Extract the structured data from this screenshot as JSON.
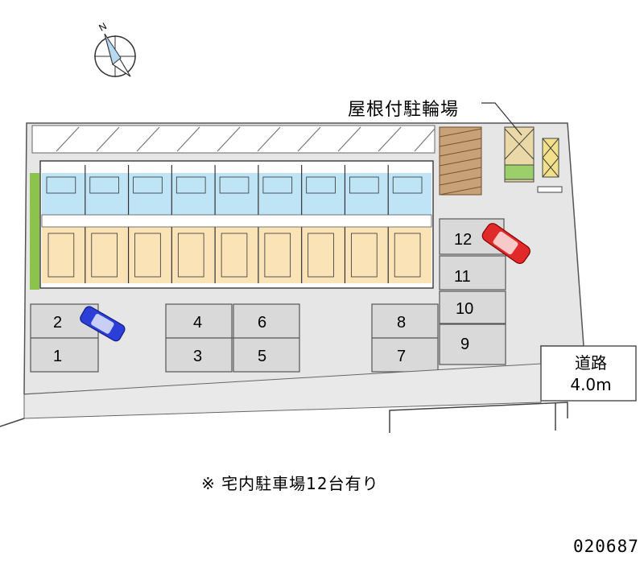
{
  "compass": {
    "north_label": "N"
  },
  "bicycle_parking": {
    "label": "屋根付駐輪場"
  },
  "road": {
    "name": "道路",
    "width": "4.0m"
  },
  "parking_spaces": [
    "1",
    "2",
    "3",
    "4",
    "5",
    "6",
    "7",
    "8",
    "9",
    "10",
    "11",
    "12"
  ],
  "cars": [
    {
      "space": "2",
      "color": "#2b3fd8"
    },
    {
      "space": "12",
      "color": "#e02a2a"
    }
  ],
  "note": "※ 宅内駐車場12台有り",
  "property_code": "020687",
  "building": {
    "unit_count": 9
  },
  "colors": {
    "lot": "#e6e6e6",
    "unit_front": "#fbe3b8",
    "unit_back": "#bfe4f6",
    "planting": "#8cc34a",
    "bike_shed": "#c9a178"
  }
}
